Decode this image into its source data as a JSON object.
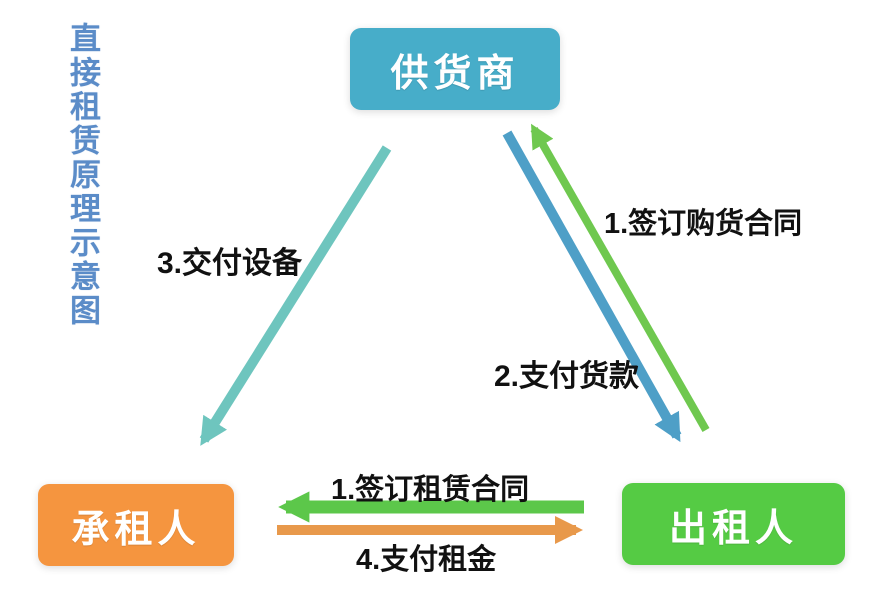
{
  "title": {
    "text": "直接租赁原理示意图"
  },
  "nodes": {
    "supplier": {
      "label": "供货商",
      "color": "#47ADC9"
    },
    "lessee": {
      "label": "承租人",
      "color": "#F5953F"
    },
    "lessor": {
      "label": "出租人",
      "color": "#55CB44"
    }
  },
  "flows": [
    {
      "id": "sign-purchase-contract",
      "label": "1.签订购货合同",
      "from": "lessor",
      "to": "supplier",
      "color": "#6FC84F",
      "direction": "diagonal-up-to-supplier"
    },
    {
      "id": "pay-for-goods",
      "label": "2.支付货款",
      "from": "supplier",
      "to": "lessor",
      "color": "#4E9FC7",
      "direction": "diagonal-down-to-lessor"
    },
    {
      "id": "deliver-equipment",
      "label": "3.交付设备",
      "from": "supplier",
      "to": "lessee",
      "color": "#6EC5BE",
      "direction": "diagonal-down-to-lessee"
    },
    {
      "id": "sign-lease-contract",
      "label": "1.签订租赁合同",
      "from": "lessor",
      "to": "lessee",
      "color": "#5CC74A",
      "direction": "horizontal-left"
    },
    {
      "id": "pay-rent",
      "label": "4.支付租金",
      "from": "lessee",
      "to": "lessor",
      "color": "#E8994B",
      "direction": "horizontal-right"
    }
  ],
  "colors": {
    "title_text": "#5B8CC8",
    "label_text": "#111111",
    "node_text": "#FFFFFF",
    "background": "#FFFFFF"
  }
}
